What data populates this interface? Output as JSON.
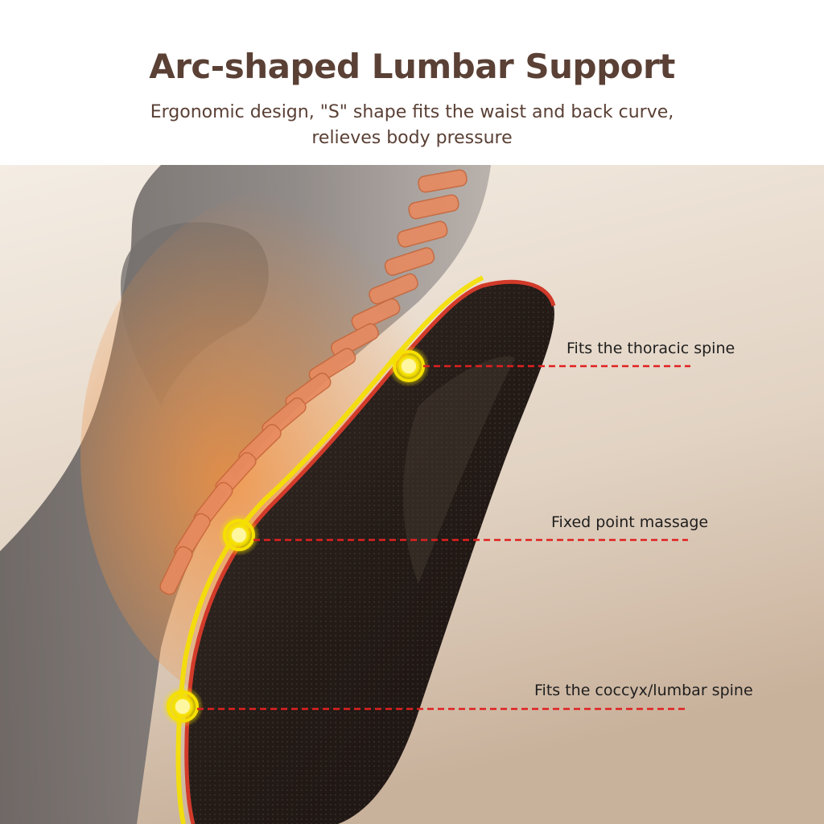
{
  "header": {
    "title": "Arc-shaped Lumbar Support",
    "subtitle_line1": "Ergonomic design, \"S\" shape fits the waist and back curve,",
    "subtitle_line2": "relieves body pressure"
  },
  "callouts": [
    {
      "label": "Fits the thoracic spine"
    },
    {
      "label": "Fixed point massage"
    },
    {
      "label": "Fits the coccyx/lumbar spine"
    }
  ],
  "colors": {
    "title": "#5a4035",
    "background_top": "#f4ede4",
    "background_bottom": "#c9b29c",
    "cushion": "#2a201c",
    "cushion_edge": "#d23a2a",
    "glow": "#f5e000",
    "spine": "#e88a60",
    "dashed_line": "#e02020"
  }
}
